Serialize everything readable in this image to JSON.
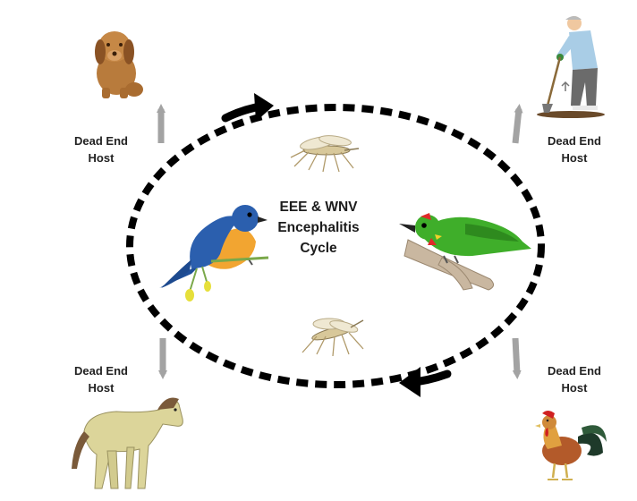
{
  "title": {
    "line1": "EEE & WNV",
    "line2": "Encephalitis",
    "line3": "Cycle"
  },
  "hosts": [
    {
      "line1": "Dead End",
      "line2": "Host",
      "animal": "dog"
    },
    {
      "line1": "Dead End",
      "line2": "Host",
      "animal": "human"
    },
    {
      "line1": "Dead End",
      "line2": "Host",
      "animal": "horse"
    },
    {
      "line1": "Dead End",
      "line2": "Host",
      "animal": "rooster"
    }
  ],
  "icons": [
    "mosquito-icon",
    "bluebird-icon",
    "green-bird-icon",
    "dog-icon",
    "gardener-icon",
    "horse-icon",
    "rooster-icon",
    "arrow-icon"
  ],
  "colors": {
    "cycle": "#000000",
    "arrow_gray": "#a3a3a3",
    "text": "#222222",
    "green_bird": "#3fae2a",
    "blue_bird": "#2b5fae",
    "horse": "#dcd59a",
    "dog": "#b87b3c"
  }
}
